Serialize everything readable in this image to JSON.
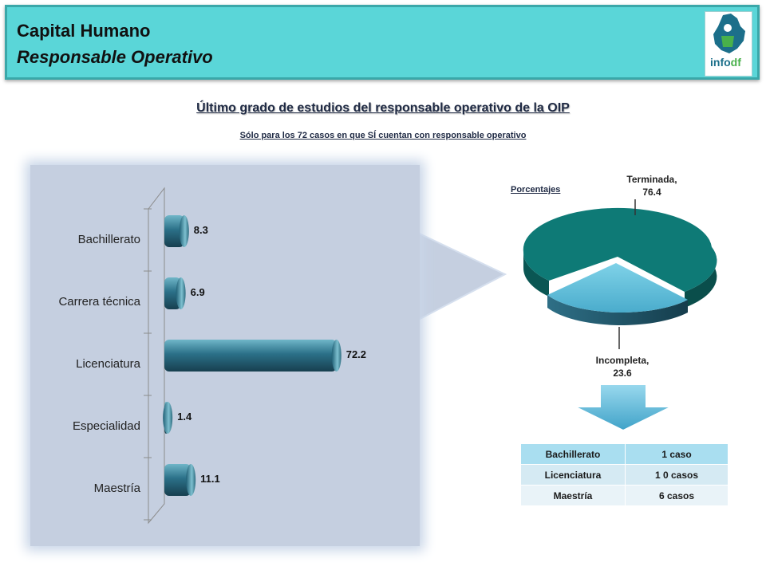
{
  "header": {
    "title": "Capital Humano",
    "subtitle": "Responsable Operativo",
    "logo_text": "info",
    "logo_suffix": "df"
  },
  "main_title": "Último grado de estudios del responsable operativo de la OIP",
  "subtitle": "Sólo para los 72 casos en que SÍ cuentan con responsable operativo",
  "chart_data": [
    {
      "type": "bar",
      "orientation": "horizontal",
      "categories": [
        "Bachillerato",
        "Carrera técnica",
        "Licenciatura",
        "Especialidad",
        "Maestría"
      ],
      "values": [
        8.3,
        6.9,
        72.2,
        1.4,
        11.1
      ],
      "value_labels": [
        "8.3",
        "6.9",
        "72.2",
        "1.4",
        "11.1"
      ],
      "xlim": [
        0,
        80
      ],
      "colors": {
        "bar": "#1f5f75",
        "bar_light": "#6fb6c8"
      }
    },
    {
      "type": "pie",
      "title": "Porcentajes",
      "labels": [
        "Terminada,",
        "Incompleta,"
      ],
      "values": [
        76.4,
        23.6
      ],
      "value_labels": [
        "76.4",
        "23.6"
      ],
      "colors": [
        "#0e7a76",
        "#5cbcd8"
      ]
    }
  ],
  "cases_table": {
    "rows": [
      [
        "Bachillerato",
        "1 caso"
      ],
      [
        "Licenciatura",
        "1 0 casos"
      ],
      [
        "Maestría",
        "6 casos"
      ]
    ]
  }
}
